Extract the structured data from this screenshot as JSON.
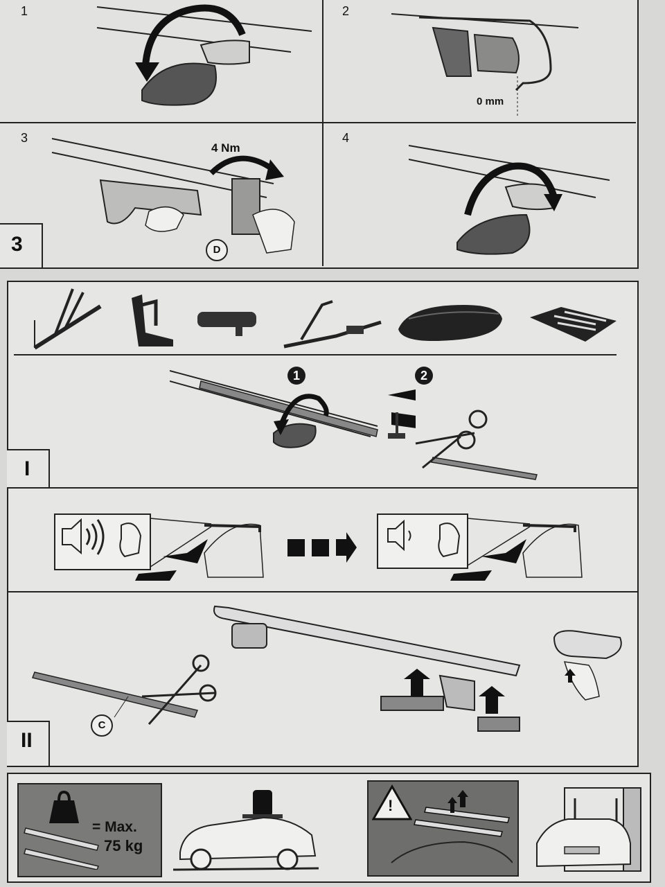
{
  "step_panels": {
    "step1": {
      "number": "1"
    },
    "step2": {
      "number": "2",
      "gap_label": "0 mm"
    },
    "step3": {
      "number": "3",
      "torque_label": "4 Nm",
      "tool_label": "D"
    },
    "step4": {
      "number": "4"
    },
    "section_label": "3"
  },
  "accessories": {
    "items": [
      "bike-carrier-icon",
      "kayak-carrier-icon",
      "ski-carrier-icon",
      "fork-mount-icon",
      "roof-box-icon",
      "load-basket-icon"
    ]
  },
  "section_I": {
    "label": "I",
    "step_a": "1",
    "step_b": "2"
  },
  "section_II": {
    "label": "II",
    "part_label": "C"
  },
  "bottom_panels": {
    "max_load_label": "= Max.",
    "max_load_value": "75 kg",
    "warning_symbol": "!"
  },
  "colors": {
    "page_bg": "#d8d8d6",
    "panel_bg": "#e6e6e4",
    "line": "#222222",
    "dark_grey": "#555555"
  }
}
